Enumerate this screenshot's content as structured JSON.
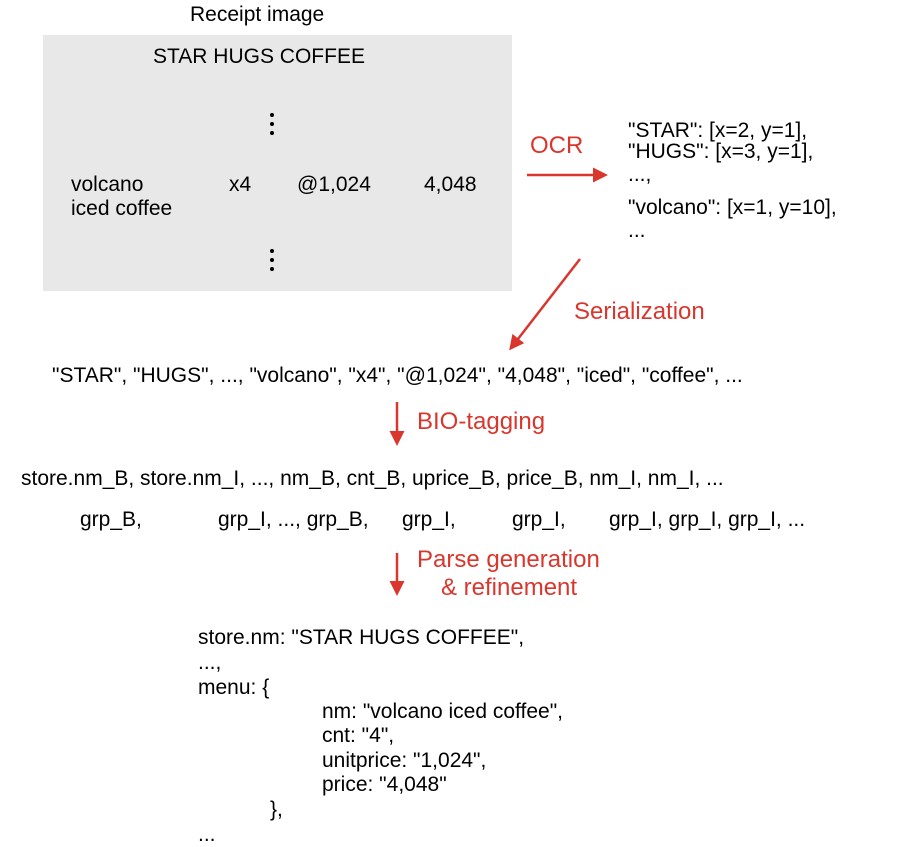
{
  "receipt": {
    "title": "Receipt image",
    "store": "STAR HUGS COFFEE",
    "item_name_line1": "volcano",
    "item_name_line2": "iced coffee",
    "count": "x4",
    "unit_price": "@1,024",
    "price": "4,048"
  },
  "ocr": {
    "label": "OCR",
    "lines": [
      "\"STAR\": [x=2, y=1],",
      "\"HUGS\": [x=3, y=1],",
      "...,",
      "\"volcano\": [x=1, y=10],",
      "..."
    ]
  },
  "serialization": {
    "label": "Serialization",
    "text": "\"STAR\", \"HUGS\", ..., \"volcano\", \"x4\", \"@1,024\", \"4,048\", \"iced\", \"coffee\", ..."
  },
  "bio": {
    "label": "BIO-tagging",
    "tags": "store.nm_B, store.nm_I, ..., nm_B, cnt_B, uprice_B, price_B, nm_I, nm_I, ...",
    "groups": [
      "grp_B,",
      "grp_I, ..., grp_B,",
      "grp_I,",
      "grp_I,",
      "grp_I, grp_I, grp_I, ..."
    ]
  },
  "parse": {
    "label_line1": "Parse generation",
    "label_line2": "& refinement",
    "lines": [
      "store.nm: \"STAR HUGS COFFEE\",",
      "...,",
      "menu: {",
      "nm: \"volcano iced coffee\",",
      "cnt: \"4\",",
      "unitprice: \"1,024\",",
      "price: \"4,048\"",
      "},",
      "..."
    ]
  },
  "colors": {
    "accent": "#d9372e",
    "box": "#e8e8e8"
  }
}
